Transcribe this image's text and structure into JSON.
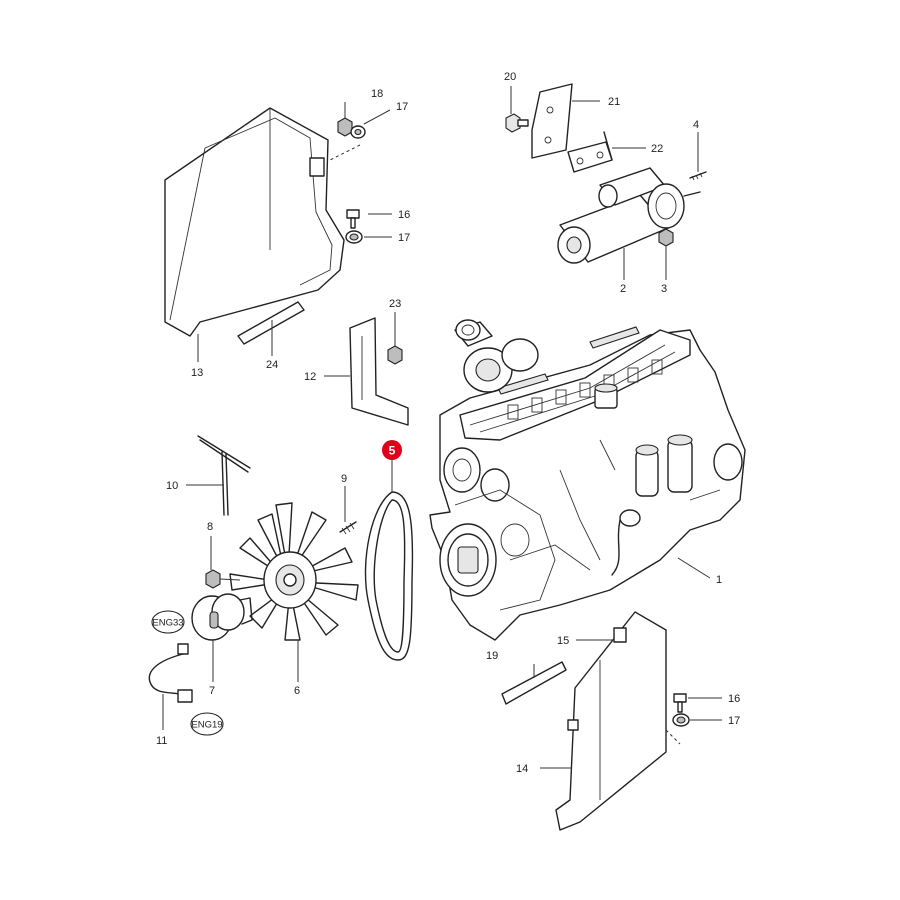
{
  "diagram": {
    "highlighted_item": "5",
    "highlight_color": "#e0001b",
    "callouts": [
      {
        "num": "1"
      },
      {
        "num": "2"
      },
      {
        "num": "3"
      },
      {
        "num": "4"
      },
      {
        "num": "5"
      },
      {
        "num": "6"
      },
      {
        "num": "7"
      },
      {
        "num": "8"
      },
      {
        "num": "9"
      },
      {
        "num": "10"
      },
      {
        "num": "11"
      },
      {
        "num": "12"
      },
      {
        "num": "13"
      },
      {
        "num": "14"
      },
      {
        "num": "15"
      },
      {
        "num": "16"
      },
      {
        "num": "16"
      },
      {
        "num": "17"
      },
      {
        "num": "17"
      },
      {
        "num": "17"
      },
      {
        "num": "18"
      },
      {
        "num": "19"
      },
      {
        "num": "20"
      },
      {
        "num": "21"
      },
      {
        "num": "22"
      },
      {
        "num": "23"
      },
      {
        "num": "24"
      }
    ],
    "references": [
      "ENG33",
      "ENG19"
    ]
  }
}
